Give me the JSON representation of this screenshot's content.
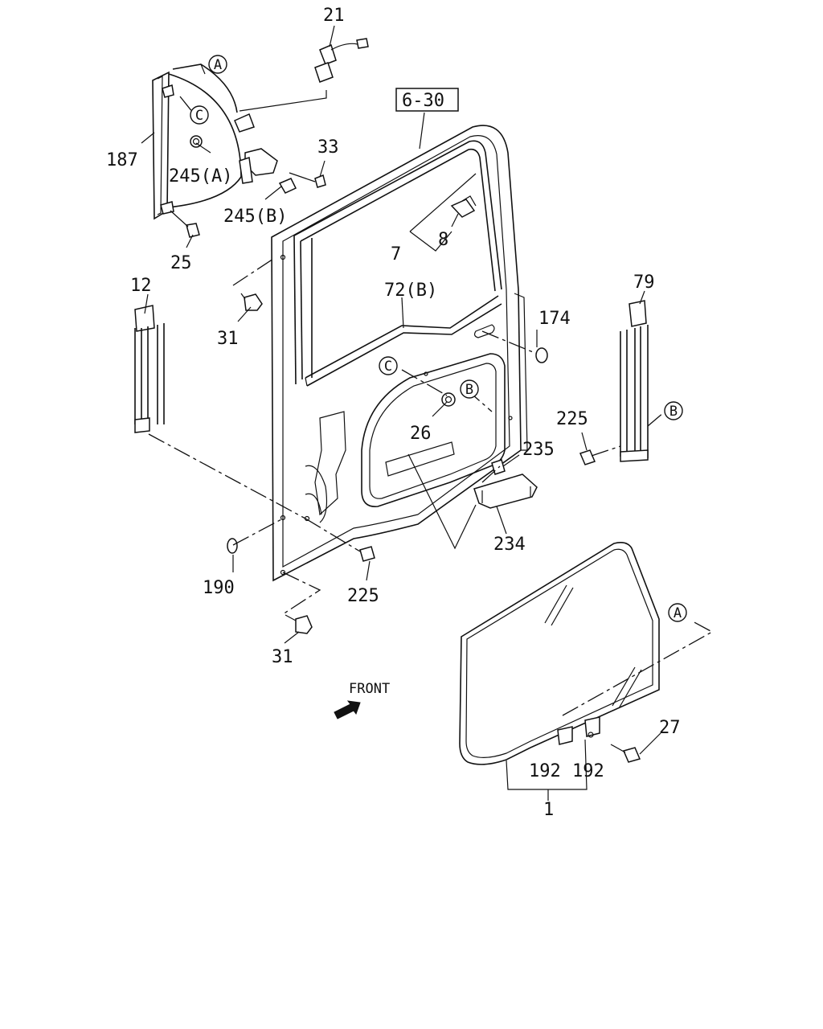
{
  "labels": {
    "l21": "21",
    "l187": "187",
    "l245a": "245(A)",
    "l33": "33",
    "l245b": "245(B)",
    "l25": "25",
    "l630": "6-30",
    "l7": "7",
    "l8": "8",
    "l12": "12",
    "l31a": "31",
    "l72b": "72(B)",
    "l174": "174",
    "l79": "79",
    "l26": "26",
    "l225a": "225",
    "l235": "235",
    "l234": "234",
    "l190": "190",
    "l225b": "225",
    "l31b": "31",
    "l27": "27",
    "l192a": "192",
    "l192b": "192",
    "l1": "1",
    "front": "FRONT"
  },
  "callouts": {
    "A1": "A",
    "C1": "C",
    "C2": "C",
    "B1": "B",
    "B2": "B",
    "A2": "A"
  }
}
